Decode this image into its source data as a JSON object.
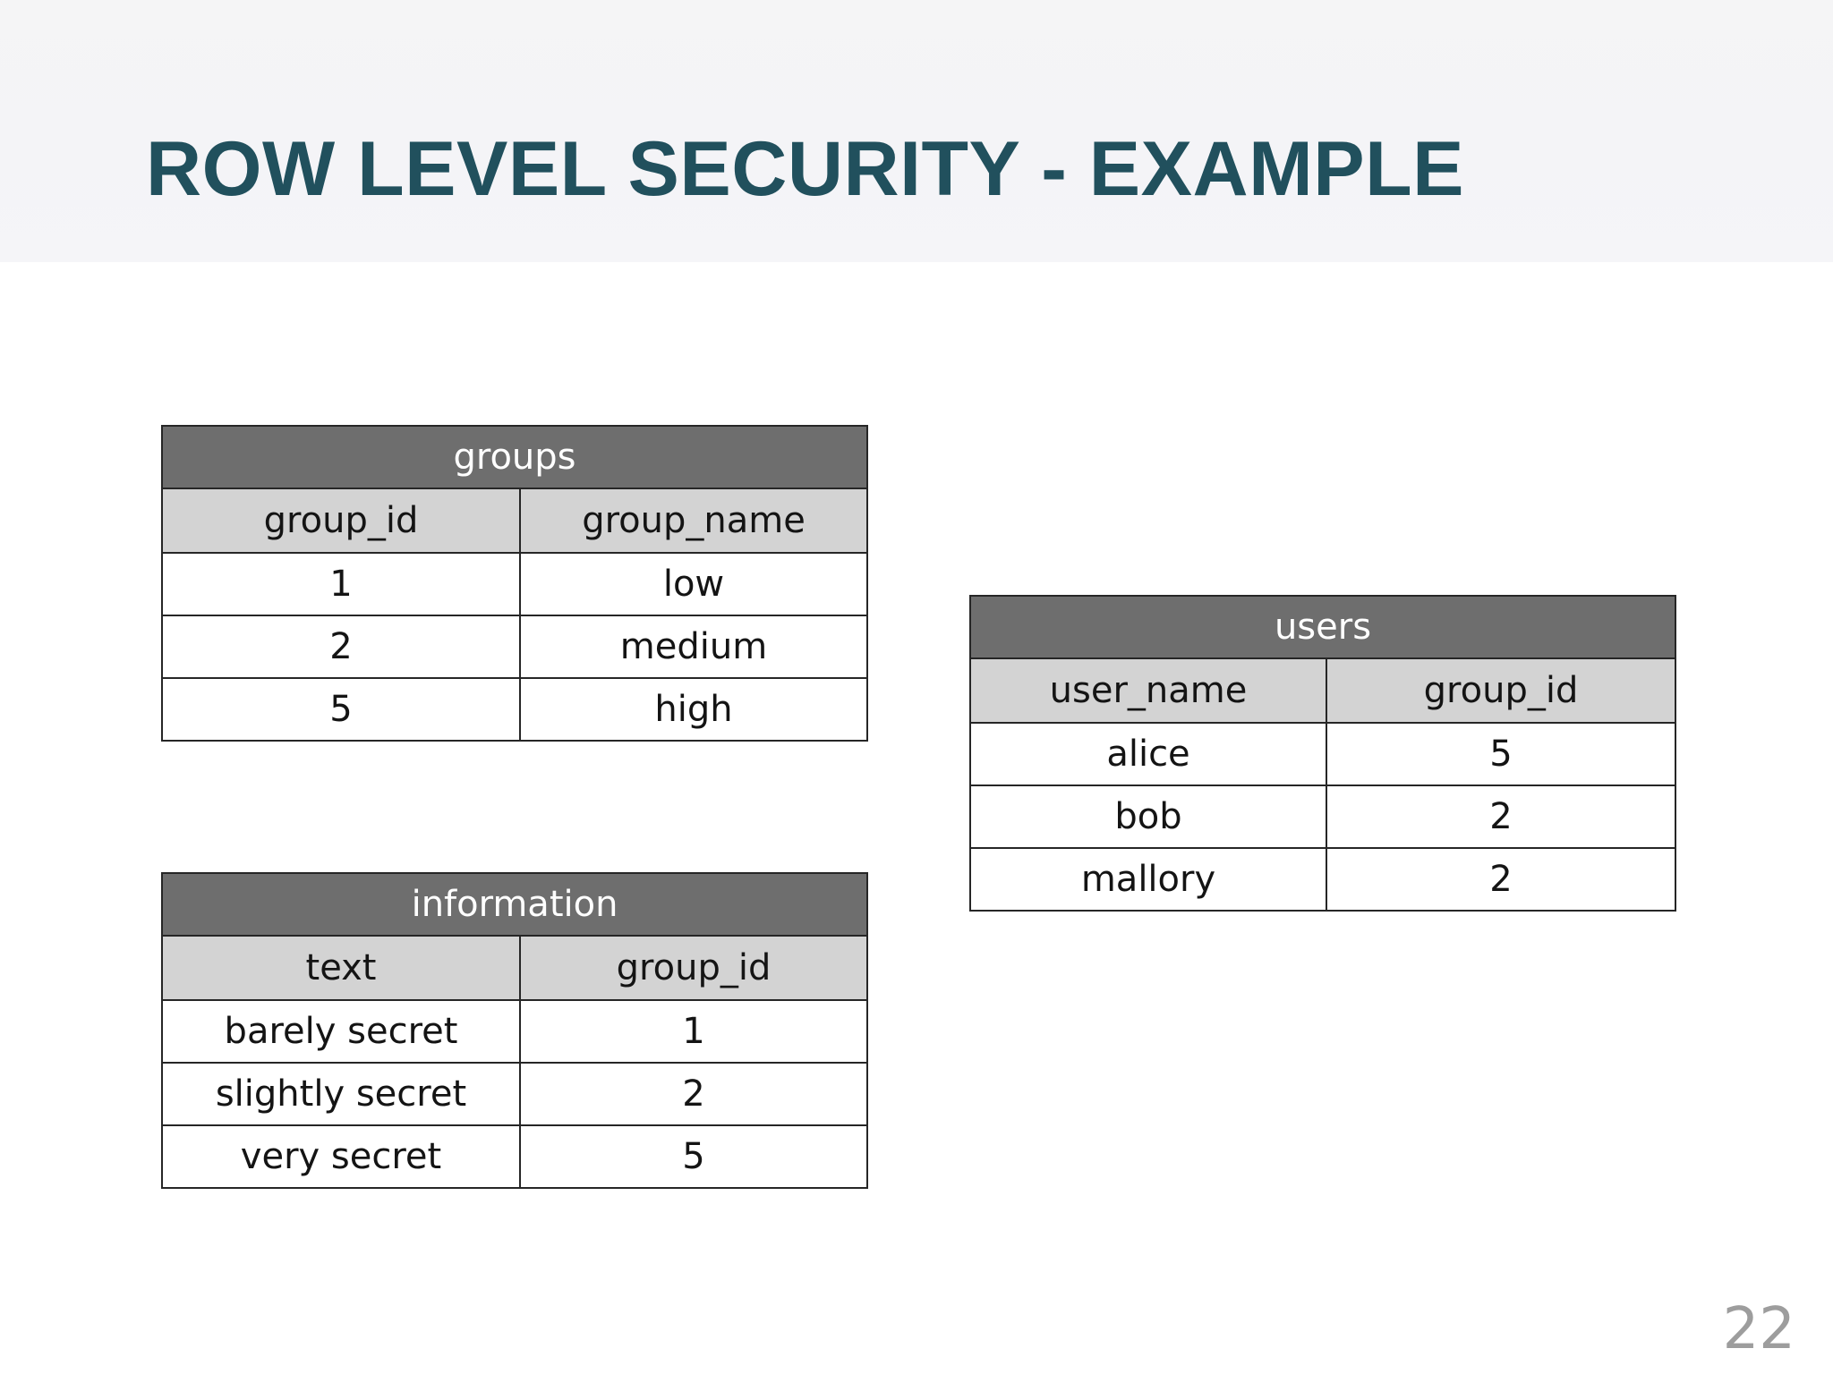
{
  "slide": {
    "title": "ROW LEVEL SECURITY - EXAMPLE",
    "page_number": "22",
    "title_color": "#21505d",
    "header_band_color": "#f4f4f7",
    "table_title_bg": "#6e6e6e",
    "table_header_bg": "#d3d3d3",
    "table_border_color": "#262626",
    "page_number_color": "#9d9d9d"
  },
  "tables": {
    "groups": {
      "name": "groups",
      "columns": [
        "group_id",
        "group_name"
      ],
      "rows": [
        [
          "1",
          "low"
        ],
        [
          "2",
          "medium"
        ],
        [
          "5",
          "high"
        ]
      ]
    },
    "information": {
      "name": "information",
      "columns": [
        "text",
        "group_id"
      ],
      "rows": [
        [
          "barely secret",
          "1"
        ],
        [
          "slightly secret",
          "2"
        ],
        [
          "very secret",
          "5"
        ]
      ]
    },
    "users": {
      "name": "users",
      "columns": [
        "user_name",
        "group_id"
      ],
      "rows": [
        [
          "alice",
          "5"
        ],
        [
          "bob",
          "2"
        ],
        [
          "mallory",
          "2"
        ]
      ]
    }
  }
}
